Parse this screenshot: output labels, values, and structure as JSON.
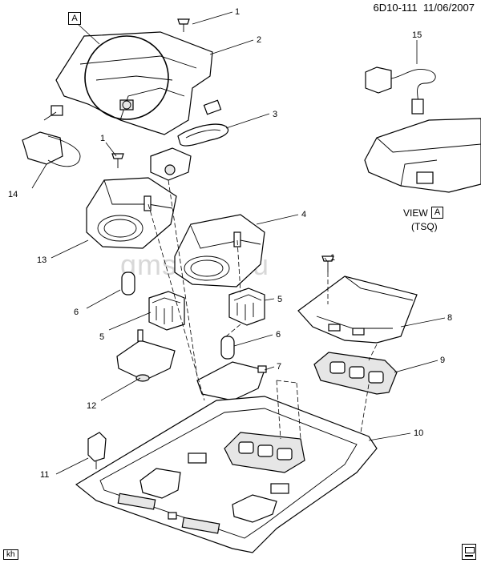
{
  "header": {
    "drawing_id": "6D10-111",
    "date": "11/06/2007"
  },
  "detail_marker": "A",
  "view_caption": {
    "view_label": "VIEW",
    "view_marker": "A",
    "variant": "(TSQ)"
  },
  "watermark": "gmsklad.ru",
  "corner_code": "kh",
  "callouts": [
    {
      "id": "c1a",
      "text": "1"
    },
    {
      "id": "c2",
      "text": "2"
    },
    {
      "id": "c3",
      "text": "3"
    },
    {
      "id": "c14",
      "text": "14"
    },
    {
      "id": "c1b",
      "text": "1"
    },
    {
      "id": "c15",
      "text": "15"
    },
    {
      "id": "c4",
      "text": "4"
    },
    {
      "id": "c13",
      "text": "13"
    },
    {
      "id": "c1c",
      "text": "1"
    },
    {
      "id": "c6a",
      "text": "6"
    },
    {
      "id": "c5a",
      "text": "5"
    },
    {
      "id": "c5b",
      "text": "5"
    },
    {
      "id": "c8",
      "text": "8"
    },
    {
      "id": "c6b",
      "text": "6"
    },
    {
      "id": "c9",
      "text": "9"
    },
    {
      "id": "c7",
      "text": "7"
    },
    {
      "id": "c12",
      "text": "12"
    },
    {
      "id": "c10",
      "text": "10"
    },
    {
      "id": "c11",
      "text": "11"
    }
  ]
}
